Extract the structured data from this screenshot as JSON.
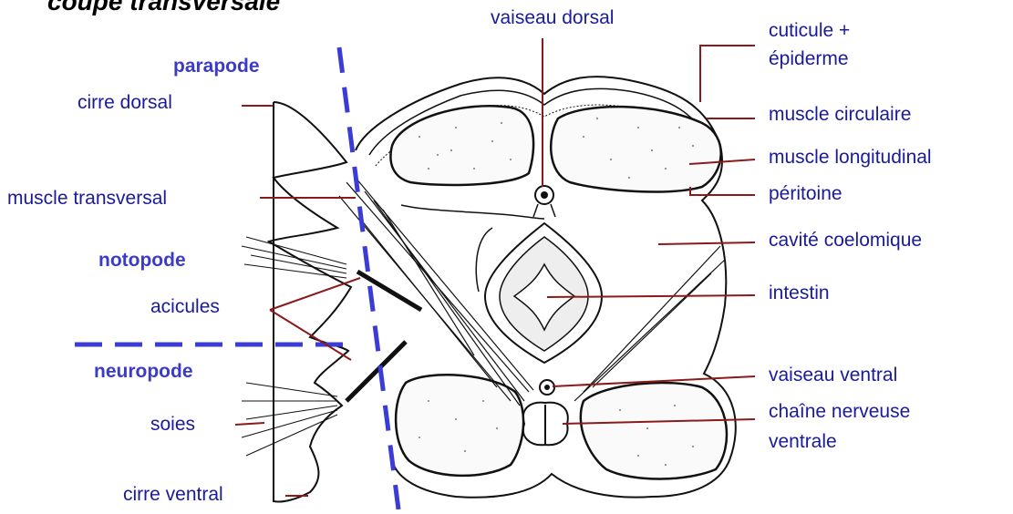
{
  "title": "coupe transversale",
  "regions": {
    "parapode": "parapode",
    "notopode": "notopode",
    "neuropode": "neuropode"
  },
  "labels": {
    "vaiseau_dorsal": "vaiseau dorsal",
    "cuticule": "cuticule +",
    "epiderme": "épiderme",
    "muscle_circulaire": "muscle circulaire",
    "muscle_longitudinal": "muscle longitudinal",
    "peritoine": "péritoine",
    "cavite": "cavité coelomique",
    "intestin": "intestin",
    "vaiseau_ventral": "vaiseau ventral",
    "chaine_1": "chaîne nerveuse",
    "chaine_2": "ventrale",
    "cirre_dorsal": "cirre dorsal",
    "muscle_transversal": "muscle transversal",
    "acicules": "acicules",
    "soies": "soies",
    "cirre_ventral": "cirre ventral"
  },
  "colors": {
    "label_text": "#1a1a9c",
    "section_text": "#3b3bc7",
    "leader_line": "#8b1a1a",
    "dashed_line": "#3b3bd6"
  }
}
